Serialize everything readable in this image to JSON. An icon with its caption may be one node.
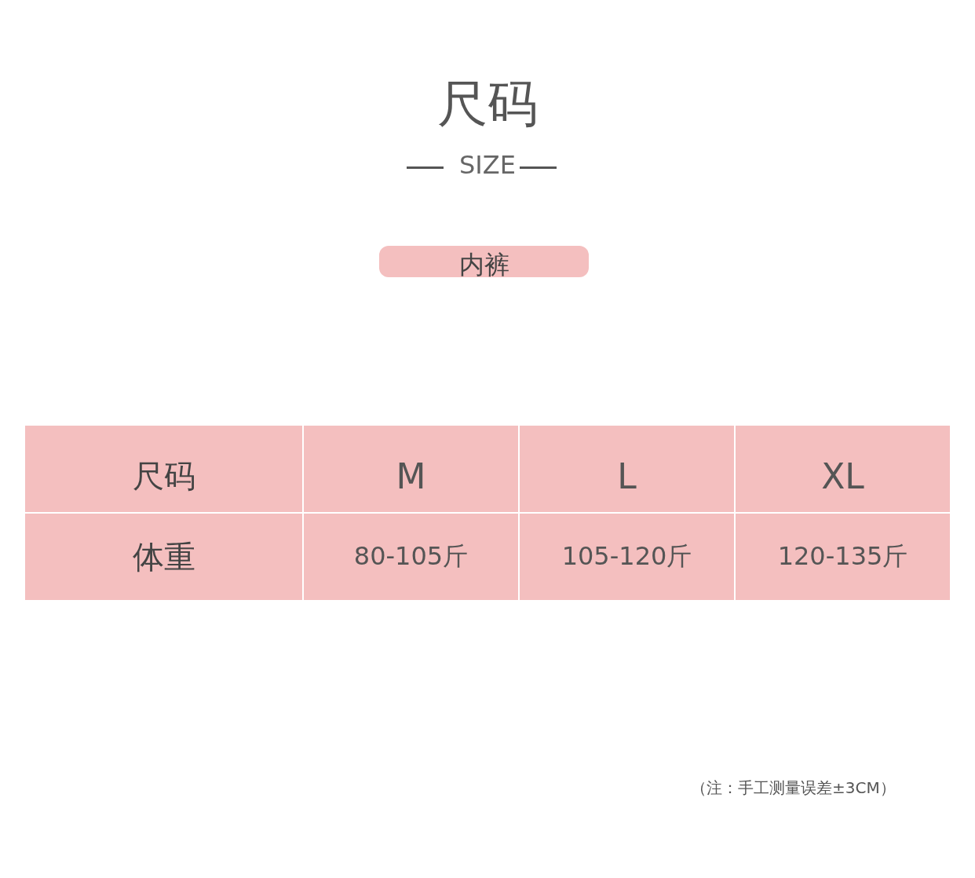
{
  "diagram": {
    "title": "尺码",
    "nodes": [
      {
        "text": [
          "内裤"
        ]
      }
    ],
    "labels": [
      "SIZE",
      "尺码",
      "M",
      "L",
      "XL",
      "体重",
      "80-105斤",
      "105-120斤",
      "120-135斤",
      "（注：手工测量误差±3CM）"
    ]
  }
}
